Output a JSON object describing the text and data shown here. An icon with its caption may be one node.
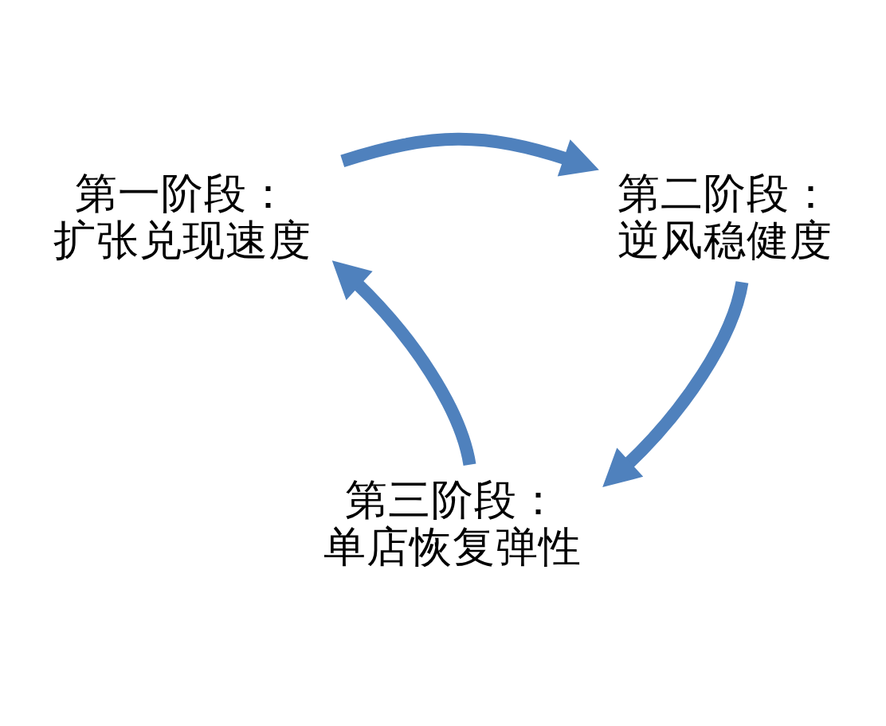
{
  "diagram": {
    "nodes": [
      {
        "text": [
          "第一阶段：",
          "扩张兑现速度"
        ]
      },
      {
        "text": [
          "第二阶段：",
          "逆风稳健度"
        ]
      },
      {
        "text": [
          "第三阶段：",
          "单店恢复弹性"
        ]
      }
    ],
    "edges": [
      {
        "from": 0,
        "to": 1,
        "arrow": "to"
      },
      {
        "from": 1,
        "to": 2,
        "arrow": "to"
      },
      {
        "from": 2,
        "to": 0,
        "arrow": "to"
      }
    ]
  }
}
